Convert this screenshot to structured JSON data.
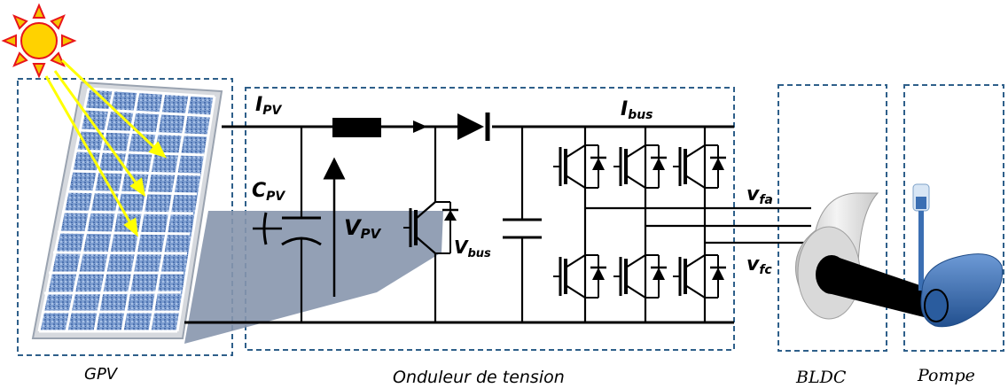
{
  "blocks": {
    "gpv": "GPV",
    "onduleur": "Onduleur de tension",
    "bldc": "BLDC",
    "pompe": "Pompe"
  },
  "symbols": {
    "ipv_main": "I",
    "ipv_sub": "PV",
    "cpv_main": "C",
    "cpv_sub": "PV",
    "vpv_main": "V",
    "vpv_sub": "PV",
    "vbus_main": "V",
    "vbus_sub": "bus",
    "ibus_main": "I",
    "ibus_sub": "bus",
    "vfa_main": "v",
    "vfa_sub": "fa",
    "vfc_main": "v",
    "vfc_sub": "fc"
  },
  "colors": {
    "box_border": "#2e5f8a",
    "sun": "#f5b800",
    "sun_rays": "#e8151b",
    "light_beams": "#ffff00",
    "panel": "#6c8ec4",
    "shadow": "#8898b0",
    "pump": "#3b6fb3"
  }
}
